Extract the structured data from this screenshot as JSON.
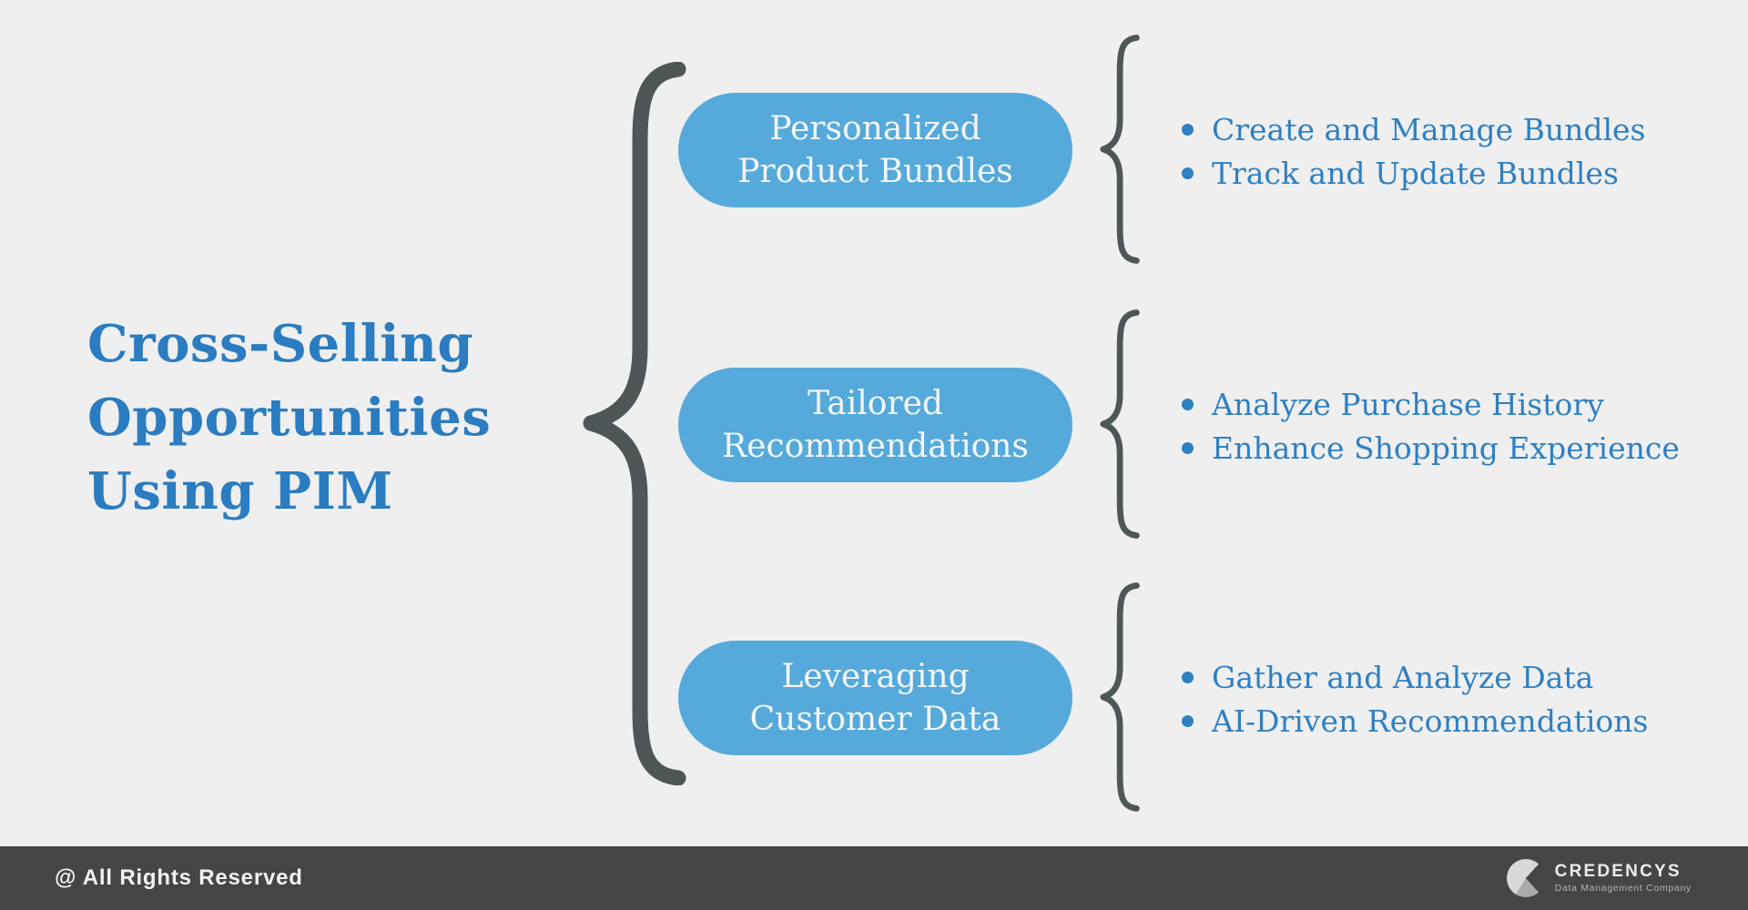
{
  "colors": {
    "background": "#efefef",
    "title_blue": "#2b7cc0",
    "pill_blue": "#55aadb",
    "bullet_blue": "#2e80c3",
    "brace_gray": "#4f5658",
    "footer_bg": "#454545"
  },
  "title": {
    "lines": [
      "Cross-Selling",
      "Opportunities",
      "Using PIM"
    ]
  },
  "groups": [
    {
      "label": "Personalized Product Bundles",
      "items": [
        "Create and Manage Bundles",
        "Track and Update Bundles"
      ]
    },
    {
      "label": "Tailored Recommendations",
      "items": [
        "Analyze Purchase History",
        "Enhance Shopping Experience"
      ]
    },
    {
      "label": "Leveraging Customer Data",
      "items": [
        "Gather and Analyze Data",
        "AI-Driven Recommendations"
      ]
    }
  ],
  "footer": {
    "copyright": "@ All Rights Reserved",
    "brand": {
      "name": "CREDENCYS",
      "tagline": "Data Management Company",
      "logo_icon": "pie-circle-logo"
    }
  }
}
